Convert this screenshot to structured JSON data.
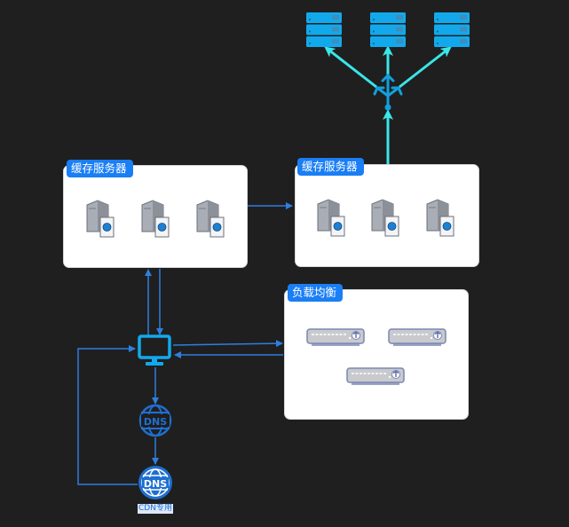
{
  "diagram": {
    "colors": {
      "background": "#1f1f20",
      "edge_blue": "#2f7fdc",
      "edge_cyan": "#3ae6e8",
      "tag_blue": "#1a7ef5",
      "server_rack": "#12a9ec",
      "monitor": "#12a9ec",
      "dns": "#1f6fd0"
    },
    "groups": [
      {
        "id": "cache-left",
        "label": "缓存服务器",
        "node_count": 3,
        "node_type": "cache-server"
      },
      {
        "id": "cache-right",
        "label": "缓存服务器",
        "node_count": 3,
        "node_type": "cache-server"
      },
      {
        "id": "load-balancer",
        "label": "负载均衡",
        "node_count": 3,
        "node_type": "load-balancer-device"
      }
    ],
    "nodes": {
      "client": {
        "type": "monitor",
        "label": ""
      },
      "dns_local": {
        "type": "dns-globe",
        "text": "DNS"
      },
      "dns_cdn": {
        "type": "dns-globe",
        "text": "DNS",
        "caption": "CDN专用"
      },
      "origin_servers": {
        "type": "server-rack",
        "count": 3
      },
      "splitter": {
        "type": "fan-out-junction"
      }
    },
    "edges": [
      {
        "from": "cache-left",
        "to": "cache-right",
        "style": "blue-arrow"
      },
      {
        "from": "client",
        "to": "cache-left",
        "style": "blue-arrow"
      },
      {
        "from": "cache-left",
        "to": "client",
        "style": "blue-arrow"
      },
      {
        "from": "client",
        "to": "load-balancer",
        "style": "blue-arrow"
      },
      {
        "from": "load-balancer",
        "to": "client",
        "style": "blue-arrow"
      },
      {
        "from": "client",
        "to": "dns_local",
        "style": "blue-arrow"
      },
      {
        "from": "dns_local",
        "to": "dns_cdn",
        "style": "blue-arrow"
      },
      {
        "from": "dns_cdn",
        "to": "client",
        "style": "blue-arrow"
      },
      {
        "from": "cache-right",
        "to": "splitter",
        "style": "cyan-arrow"
      },
      {
        "from": "splitter",
        "to": "origin_servers",
        "style": "cyan-arrow-fanout"
      }
    ]
  }
}
